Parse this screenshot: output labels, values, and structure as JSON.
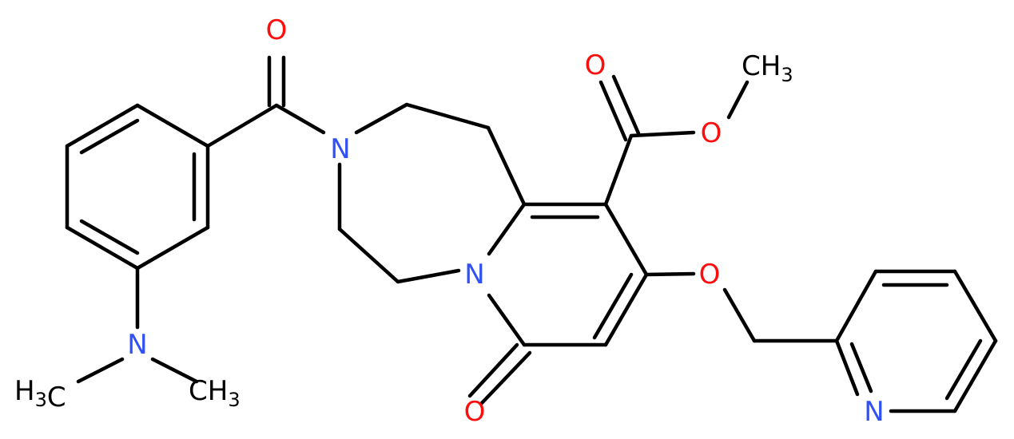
{
  "colors": {
    "bond": "#000000",
    "oxygen": "#ff0d0d",
    "nitrogen": "#3050f8",
    "carbon": "#000000",
    "background": "#ffffff"
  },
  "atoms": {
    "o_amide_carbonyl": "O",
    "n_diazepine": "N",
    "o_ester_carbonyl": "O",
    "o_ester_ether": "O",
    "c_methyl_ester": "CH3",
    "n_pyridone": "N",
    "o_pyridone": "O",
    "o_ether": "O",
    "n_pyridine": "N",
    "n_dimethylamino": "N",
    "c_methyl_left": "H3C",
    "c_methyl_right": "CH3"
  }
}
